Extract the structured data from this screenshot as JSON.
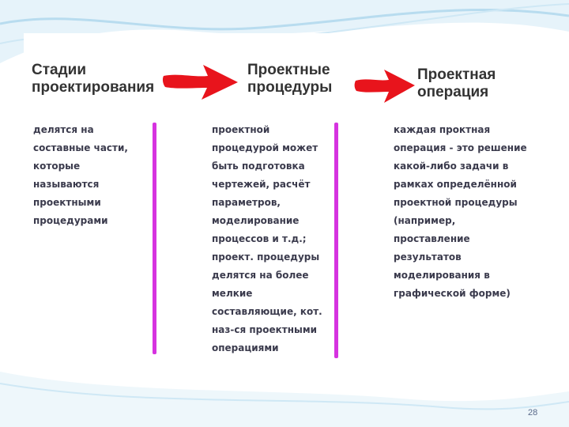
{
  "headings": {
    "stages": "Стадии\nпроектирования",
    "procedures": "Проектные\nпроцедуры",
    "operation": "Проектная\nоперация"
  },
  "columns": {
    "stages_text": "делятся на\nсоставные части,\nкоторые\nназываются\nпроектными\nпроцедурами",
    "procedures_text": "проектной\nпроцедурой может\nбыть подготовка\nчертежей, расчёт\nпараметров,\nмоделирование\nпроцессов и т.д.;\nпроект. процедуры\nделятся на более\nмелкие\nсоставляющие, кот.\nназ-ся проектными\nоперациями",
    "operation_text": "каждая проктная\nоперация - это решение\nкакой-либо задачи в\nрамках определённой\nпроектной процедуры\n(например,\nпроставление\nрезультатов\nмоделирования в\nграфической форме)"
  },
  "page_number": "28",
  "colors": {
    "arrow": "#e8141c",
    "divider": "#d633e0",
    "text": "#3b3b4d",
    "decor_blue": "#b8dcef"
  },
  "icons": [
    "right-arrow-icon",
    "right-arrow-icon"
  ]
}
